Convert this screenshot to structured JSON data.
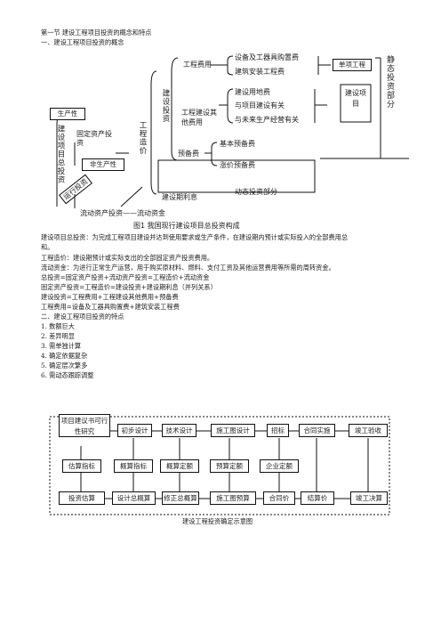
{
  "section_title": "第一节  建设工程项目投资的概念和特点",
  "subsection1": "一、建设工程项目投资的概念",
  "fig1": {
    "productive": "生产性",
    "nonproductive": "非生产性",
    "left_vertical": "建设项目总投资",
    "fixed_asset": "固定资产投资",
    "cost": "工程造价",
    "construction_invest": "建设投资",
    "engineering_fee": "工程费用",
    "equipment_fee": "设备及工器具购置费",
    "install_fee": "建筑安装工程费",
    "single_project": "单项工程",
    "other_fee": "工程建设其他费用",
    "land_fee": "建设用地费",
    "project_related": "与项目建设有关",
    "future_related": "与未来生产经营有关",
    "construction_project": "建设项目",
    "static_part": "静态投资部分",
    "reserve": "预备费",
    "basic_reserve": "基本预备费",
    "price_reserve": "涨价预备费",
    "dynamic_part": "动态投资部分",
    "interest": "建设期利息",
    "working_capital_line": "流动资产投资——流动资金",
    "stamp": "运行投资",
    "caption": "图1  我国现行建设项目总投资构成"
  },
  "definitions": [
    "建设项目总投资：为完成工程项目建设并达到使用要求或生产条件，在建设期内预计或实际投入的全部费用总",
    "和。",
    "工程造价：建设期预计或实际支出的全部固定资产投资费用。",
    "流动资金：为进行正常生产运营，用于购买原材料、燃料、支付工资及其他运营费用等所需的周转资金。",
    "总投资=固定资产投资+流动资产投资=工程造价+流动资金",
    "固定资产投资=工程造价=建设投资+建设期利息（并列关系）",
    "建设投资=工程费用+工程建设其他费用+预备费",
    "工程费用=设备及工器具购置费+建筑安装工程费"
  ],
  "subsection2": "二、建设工程项目投资的特点",
  "features": [
    "1.  数额巨大",
    "2.  差异明显",
    "3.  需单独计算",
    "4.  确定依据复杂",
    "5.  确定层次繁多",
    "6.  需动态跟踪调整"
  ],
  "fig2": {
    "top": [
      "项目建议书可行性研究",
      "初步设计",
      "技术设计",
      "施工图设计",
      "招标",
      "合同实施",
      "竣工验收"
    ],
    "middle": [
      "估算指标",
      "概算指标",
      "概算定额",
      "预算定额",
      "企业定额"
    ],
    "bottom": [
      "投资估算",
      "设计总概算",
      "修正总概算",
      "施工图预算",
      "合同价",
      "结算价",
      "竣工决算"
    ],
    "caption": "建设工程投资确定示意图"
  }
}
